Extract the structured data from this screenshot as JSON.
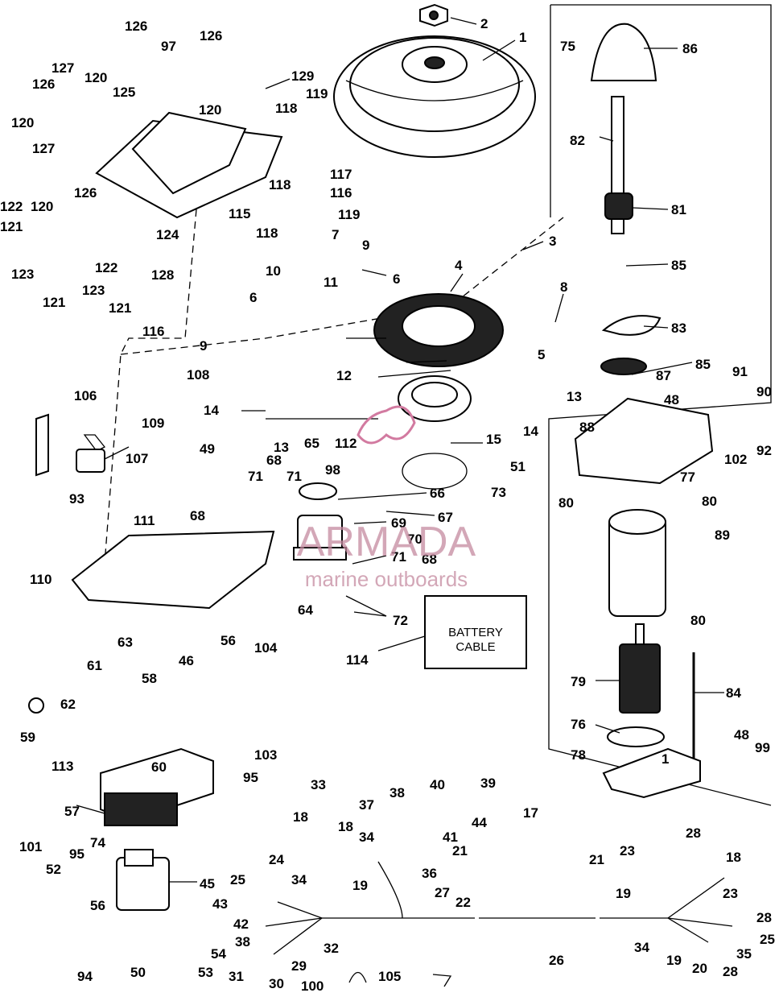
{
  "callouts": [
    {
      "id": "c1",
      "text": "1"
    },
    {
      "id": "c2",
      "text": "2"
    },
    {
      "id": "c3",
      "text": "3"
    },
    {
      "id": "c4",
      "text": "4"
    },
    {
      "id": "c5",
      "text": "5"
    },
    {
      "id": "c6a",
      "text": "6"
    },
    {
      "id": "c6b",
      "text": "6"
    },
    {
      "id": "c7",
      "text": "7"
    },
    {
      "id": "c8",
      "text": "8"
    },
    {
      "id": "c9a",
      "text": "9"
    },
    {
      "id": "c9b",
      "text": "9"
    },
    {
      "id": "c10",
      "text": "10"
    },
    {
      "id": "c11",
      "text": "11"
    },
    {
      "id": "c12",
      "text": "12"
    },
    {
      "id": "c13a",
      "text": "13"
    },
    {
      "id": "c13b",
      "text": "13"
    },
    {
      "id": "c14a",
      "text": "14"
    },
    {
      "id": "c14b",
      "text": "14"
    },
    {
      "id": "c15",
      "text": "15"
    },
    {
      "id": "c17",
      "text": "17"
    },
    {
      "id": "c18a",
      "text": "18"
    },
    {
      "id": "c18b",
      "text": "18"
    },
    {
      "id": "c18c",
      "text": "18"
    },
    {
      "id": "c19a",
      "text": "19"
    },
    {
      "id": "c19b",
      "text": "19"
    },
    {
      "id": "c19c",
      "text": "19"
    },
    {
      "id": "c20",
      "text": "20"
    },
    {
      "id": "c21a",
      "text": "21"
    },
    {
      "id": "c21b",
      "text": "21"
    },
    {
      "id": "c22",
      "text": "22"
    },
    {
      "id": "c23a",
      "text": "23"
    },
    {
      "id": "c23b",
      "text": "23"
    },
    {
      "id": "c24",
      "text": "24"
    },
    {
      "id": "c25a",
      "text": "25"
    },
    {
      "id": "c25b",
      "text": "25"
    },
    {
      "id": "c26",
      "text": "26"
    },
    {
      "id": "c27",
      "text": "27"
    },
    {
      "id": "c28a",
      "text": "28"
    },
    {
      "id": "c28b",
      "text": "28"
    },
    {
      "id": "c28c",
      "text": "28"
    },
    {
      "id": "c29",
      "text": "29"
    },
    {
      "id": "c30",
      "text": "30"
    },
    {
      "id": "c31",
      "text": "31"
    },
    {
      "id": "c32",
      "text": "32"
    },
    {
      "id": "c33",
      "text": "33"
    },
    {
      "id": "c34a",
      "text": "34"
    },
    {
      "id": "c34b",
      "text": "34"
    },
    {
      "id": "c34c",
      "text": "34"
    },
    {
      "id": "c35",
      "text": "35"
    },
    {
      "id": "c36",
      "text": "36"
    },
    {
      "id": "c37",
      "text": "37"
    },
    {
      "id": "c38a",
      "text": "38"
    },
    {
      "id": "c38b",
      "text": "38"
    },
    {
      "id": "c39",
      "text": "39"
    },
    {
      "id": "c40",
      "text": "40"
    },
    {
      "id": "c41",
      "text": "41"
    },
    {
      "id": "c42",
      "text": "42"
    },
    {
      "id": "c43",
      "text": "43"
    },
    {
      "id": "c44",
      "text": "44"
    },
    {
      "id": "c45",
      "text": "45"
    },
    {
      "id": "c46",
      "text": "46"
    },
    {
      "id": "c48a",
      "text": "48"
    },
    {
      "id": "c48b",
      "text": "48"
    },
    {
      "id": "c49",
      "text": "49"
    },
    {
      "id": "c50",
      "text": "50"
    },
    {
      "id": "c51",
      "text": "51"
    },
    {
      "id": "c52",
      "text": "52"
    },
    {
      "id": "c53",
      "text": "53"
    },
    {
      "id": "c54",
      "text": "54"
    },
    {
      "id": "c56a",
      "text": "56"
    },
    {
      "id": "c56b",
      "text": "56"
    },
    {
      "id": "c57",
      "text": "57"
    },
    {
      "id": "c58",
      "text": "58"
    },
    {
      "id": "c59",
      "text": "59"
    },
    {
      "id": "c60",
      "text": "60"
    },
    {
      "id": "c61",
      "text": "61"
    },
    {
      "id": "c62",
      "text": "62"
    },
    {
      "id": "c63",
      "text": "63"
    },
    {
      "id": "c64",
      "text": "64"
    },
    {
      "id": "c65",
      "text": "65"
    },
    {
      "id": "c66",
      "text": "66"
    },
    {
      "id": "c67",
      "text": "67"
    },
    {
      "id": "c68a",
      "text": "68"
    },
    {
      "id": "c68b",
      "text": "68"
    },
    {
      "id": "c68c",
      "text": "68"
    },
    {
      "id": "c69",
      "text": "69"
    },
    {
      "id": "c70",
      "text": "70"
    },
    {
      "id": "c71a",
      "text": "71"
    },
    {
      "id": "c71b",
      "text": "71"
    },
    {
      "id": "c71c",
      "text": "71"
    },
    {
      "id": "c72",
      "text": "72"
    },
    {
      "id": "c73",
      "text": "73"
    },
    {
      "id": "c74",
      "text": "74"
    },
    {
      "id": "c75",
      "text": "75"
    },
    {
      "id": "c76",
      "text": "76"
    },
    {
      "id": "c77",
      "text": "77"
    },
    {
      "id": "c78",
      "text": "78"
    },
    {
      "id": "c79",
      "text": "79"
    },
    {
      "id": "c80a",
      "text": "80"
    },
    {
      "id": "c80b",
      "text": "80"
    },
    {
      "id": "c80c",
      "text": "80"
    },
    {
      "id": "c81",
      "text": "81"
    },
    {
      "id": "c82",
      "text": "82"
    },
    {
      "id": "c83",
      "text": "83"
    },
    {
      "id": "c84",
      "text": "84"
    },
    {
      "id": "c85a",
      "text": "85"
    },
    {
      "id": "c85b",
      "text": "85"
    },
    {
      "id": "c86",
      "text": "86"
    },
    {
      "id": "c87",
      "text": "87"
    },
    {
      "id": "c88",
      "text": "88"
    },
    {
      "id": "c89",
      "text": "89"
    },
    {
      "id": "c90",
      "text": "90"
    },
    {
      "id": "c91",
      "text": "91"
    },
    {
      "id": "c92",
      "text": "92"
    },
    {
      "id": "c93",
      "text": "93"
    },
    {
      "id": "c94",
      "text": "94"
    },
    {
      "id": "c95a",
      "text": "95"
    },
    {
      "id": "c95b",
      "text": "95"
    },
    {
      "id": "c98",
      "text": "98"
    },
    {
      "id": "c99",
      "text": "99"
    },
    {
      "id": "c100",
      "text": "100"
    },
    {
      "id": "c101",
      "text": "101"
    },
    {
      "id": "c102",
      "text": "102"
    },
    {
      "id": "c103",
      "text": "103"
    },
    {
      "id": "c104",
      "text": "104"
    },
    {
      "id": "c105",
      "text": "105"
    },
    {
      "id": "c106",
      "text": "106"
    },
    {
      "id": "c107",
      "text": "107"
    },
    {
      "id": "c108",
      "text": "108"
    },
    {
      "id": "c109",
      "text": "109"
    },
    {
      "id": "c110",
      "text": "110"
    },
    {
      "id": "c111",
      "text": "111"
    },
    {
      "id": "c112",
      "text": "112"
    },
    {
      "id": "c113",
      "text": "113"
    },
    {
      "id": "c114",
      "text": "114"
    },
    {
      "id": "c115",
      "text": "115"
    },
    {
      "id": "c116a",
      "text": "116"
    },
    {
      "id": "c116b",
      "text": "116"
    },
    {
      "id": "c117",
      "text": "117"
    },
    {
      "id": "c118a",
      "text": "118"
    },
    {
      "id": "c118b",
      "text": "118"
    },
    {
      "id": "c118c",
      "text": "118"
    },
    {
      "id": "c119a",
      "text": "119"
    },
    {
      "id": "c119b",
      "text": "119"
    },
    {
      "id": "c120a",
      "text": "120"
    },
    {
      "id": "c120b",
      "text": "120"
    },
    {
      "id": "c120c",
      "text": "120"
    },
    {
      "id": "c120d",
      "text": "120"
    },
    {
      "id": "c121a",
      "text": "121"
    },
    {
      "id": "c121b",
      "text": "121"
    },
    {
      "id": "c121c",
      "text": "121"
    },
    {
      "id": "c122a",
      "text": "122"
    },
    {
      "id": "c122b",
      "text": "122"
    },
    {
      "id": "c123a",
      "text": "123"
    },
    {
      "id": "c123b",
      "text": "123"
    },
    {
      "id": "c124",
      "text": "124"
    },
    {
      "id": "c125",
      "text": "125"
    },
    {
      "id": "c126a",
      "text": "126"
    },
    {
      "id": "c126b",
      "text": "126"
    },
    {
      "id": "c126c",
      "text": "126"
    },
    {
      "id": "c126d",
      "text": "126"
    },
    {
      "id": "c127a",
      "text": "127"
    },
    {
      "id": "c127b",
      "text": "127"
    },
    {
      "id": "c128",
      "text": "128"
    },
    {
      "id": "c129",
      "text": "129"
    },
    {
      "id": "c1b",
      "text": "1"
    }
  ],
  "battery_box": {
    "line1": "BATTERY",
    "line2": "CABLE"
  },
  "watermark": {
    "brand": "ARMADA",
    "tagline": "marine outboards",
    "color": "#c58aa0"
  }
}
